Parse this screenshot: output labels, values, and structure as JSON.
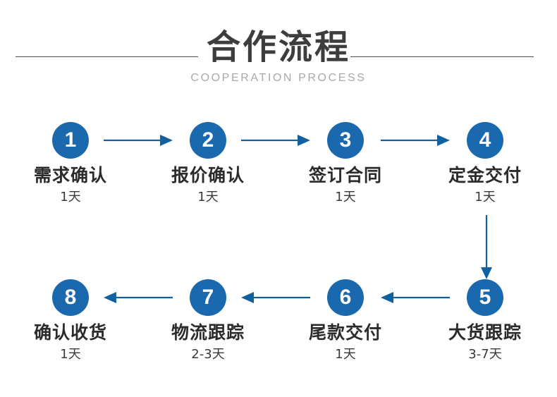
{
  "header": {
    "title": "合作流程",
    "subtitle": "COOPERATION PROCESS",
    "rule_color": "#4a4a4a",
    "title_color": "#3d3d3d",
    "subtitle_color": "#a9a9a9"
  },
  "theme": {
    "accent": "#1a69ae",
    "arrow": "#1161a0",
    "text": "#2b2b2b",
    "background": "#ffffff"
  },
  "steps": [
    {
      "number": "1",
      "label": "需求确认",
      "days": "1天"
    },
    {
      "number": "2",
      "label": "报价确认",
      "days": "1天"
    },
    {
      "number": "3",
      "label": "签订合同",
      "days": "1天"
    },
    {
      "number": "4",
      "label": "定金交付",
      "days": "1天"
    },
    {
      "number": "5",
      "label": "大货跟踪",
      "days": "3-7天"
    },
    {
      "number": "6",
      "label": "尾款交付",
      "days": "1天"
    },
    {
      "number": "7",
      "label": "物流跟踪",
      "days": "2-3天"
    },
    {
      "number": "8",
      "label": "确认收货",
      "days": "1天"
    }
  ],
  "arrows": [
    {
      "name": "arrow-1-to-2",
      "direction": "right"
    },
    {
      "name": "arrow-2-to-3",
      "direction": "right"
    },
    {
      "name": "arrow-3-to-4",
      "direction": "right"
    },
    {
      "name": "arrow-4-to-5",
      "direction": "down"
    },
    {
      "name": "arrow-5-to-6",
      "direction": "left"
    },
    {
      "name": "arrow-6-to-7",
      "direction": "left"
    },
    {
      "name": "arrow-7-to-8",
      "direction": "left"
    }
  ]
}
